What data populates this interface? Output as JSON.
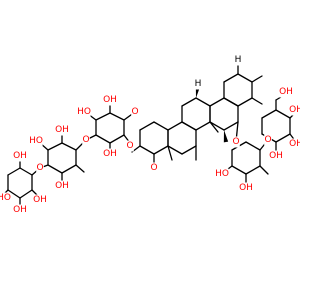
{
  "molecule": {
    "atom_labels": {
      "oxygen": "O",
      "hydroxyl": "OH",
      "hydroxyl_left": "HO",
      "methyl_h": "H"
    },
    "colors": {
      "oxygen": "#ff0000",
      "hydrogen_stereo": "#000000",
      "bond": "#000000",
      "background": "#ffffff"
    }
  }
}
